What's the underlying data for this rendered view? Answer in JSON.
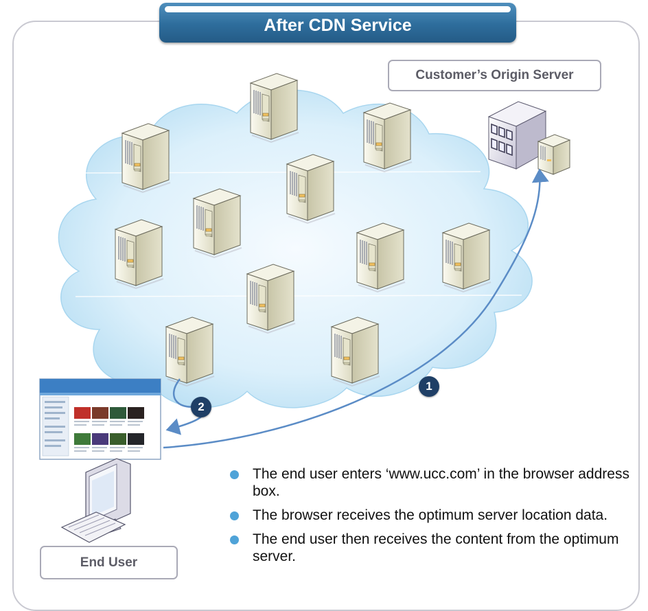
{
  "title": "After CDN Service",
  "origin_label": "Customer’s Origin Server",
  "end_user_label": "End User",
  "steps": [
    {
      "badge": "1"
    },
    {
      "badge": "2"
    }
  ],
  "bullets": [
    "The end user enters ‘www.ucc.com’ in the browser address box.",
    "The browser receives the optimum server location data.",
    "The end user then receives the content from the optimum server."
  ],
  "colors": {
    "banner": "#2e6d9c",
    "cloud": "#cfe9f7",
    "arrow": "#5b8cc6",
    "badge": "#1f3f66",
    "bullet": "#4fa3d8",
    "frame": "#c9c9d1"
  },
  "icons": [
    "server-icon",
    "origin-building-icon",
    "browser-screenshot-icon",
    "desktop-computer-icon"
  ]
}
